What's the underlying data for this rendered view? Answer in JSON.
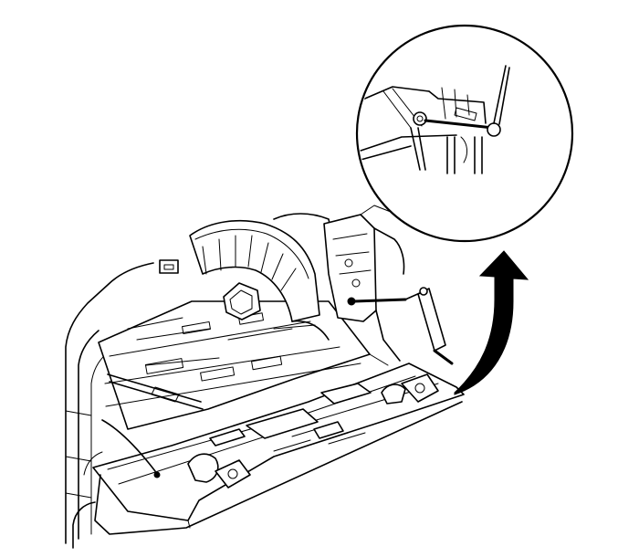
{
  "colors": {
    "line": "#000000",
    "background": "#ffffff"
  },
  "figure": {
    "main_view": "rear-cargo-floor-with-liftgate-strut",
    "detail_view": "strut-ball-stud-enlarged",
    "callout": "curved-arrow-to-detail"
  }
}
